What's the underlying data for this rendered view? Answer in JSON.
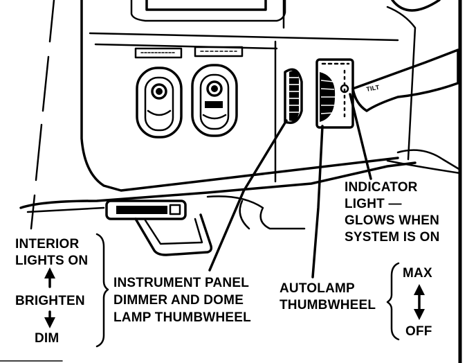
{
  "callouts": {
    "indicator": [
      "INDICATOR",
      "LIGHT —",
      "GLOWS WHEN",
      "SYSTEM IS ON"
    ],
    "interior": {
      "lines": [
        "INTERIOR",
        "LIGHTS ON"
      ],
      "brighten": "BRIGHTEN",
      "dim": "DIM"
    },
    "dimmer": [
      "INSTRUMENT PANEL",
      "DIMMER AND DOME",
      "LAMP THUMBWHEEL"
    ],
    "autolamp": [
      "AUTOLAMP",
      "THUMBWHEEL"
    ],
    "range": {
      "max": "MAX",
      "off": "OFF"
    }
  },
  "panel": {
    "lever_label": "TILT"
  }
}
